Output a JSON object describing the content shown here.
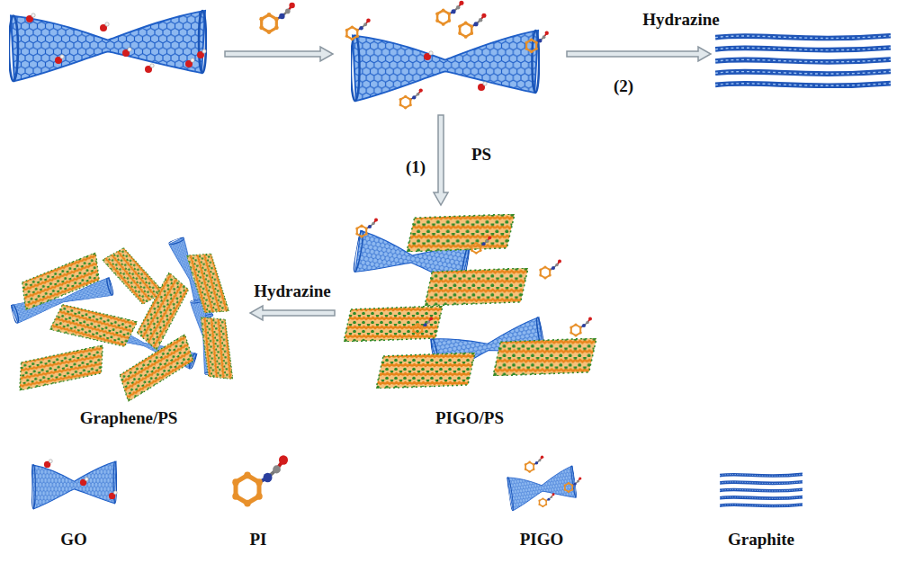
{
  "diagram": {
    "nodes": [
      {
        "text": [
          "PIGO/PS"
        ]
      },
      {
        "text": [
          "Graphene/PS"
        ]
      }
    ],
    "edges": [
      {
        "from": 0,
        "to": 1,
        "label": "Hydrazine",
        "arrow": "to"
      }
    ],
    "labels": [
      "Hydrazine",
      "(2)",
      "PS",
      "(1)"
    ],
    "legend": [
      {
        "text": "GO"
      },
      {
        "text": "PI"
      },
      {
        "text": "PIGO"
      },
      {
        "text": "Graphite"
      }
    ]
  }
}
